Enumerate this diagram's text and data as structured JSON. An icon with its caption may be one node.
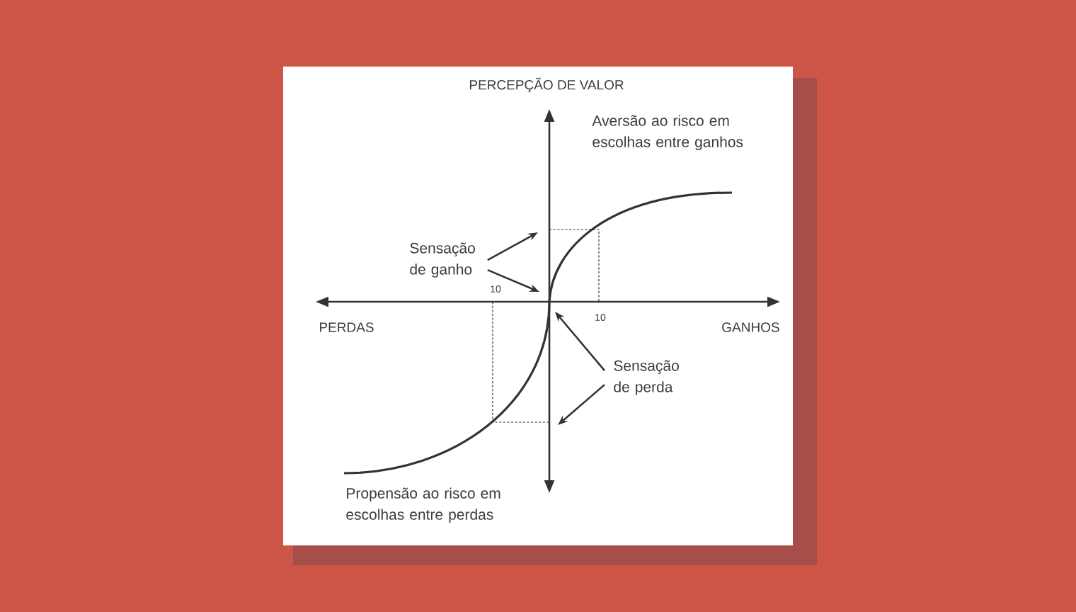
{
  "diagram": {
    "nodes": [
      {
        "text": [
          "Sensação de ganho"
        ]
      },
      {
        "text": [
          "Sensação de perda"
        ]
      }
    ],
    "edges": [
      {
        "from": 0,
        "to": null,
        "arrow": "to"
      },
      {
        "from": 0,
        "to": null,
        "arrow": "to"
      },
      {
        "from": 1,
        "to": null,
        "arrow": "to"
      },
      {
        "from": 1,
        "to": null,
        "arrow": "to"
      }
    ],
    "labels": [
      "PERCEPÇÃO DE VALOR",
      "Aversão ao risco em escolhas entre ganhos",
      "10",
      "10",
      "PERDAS",
      "GANHOS",
      "Propensão ao risco em escolhas entre perdas"
    ]
  }
}
